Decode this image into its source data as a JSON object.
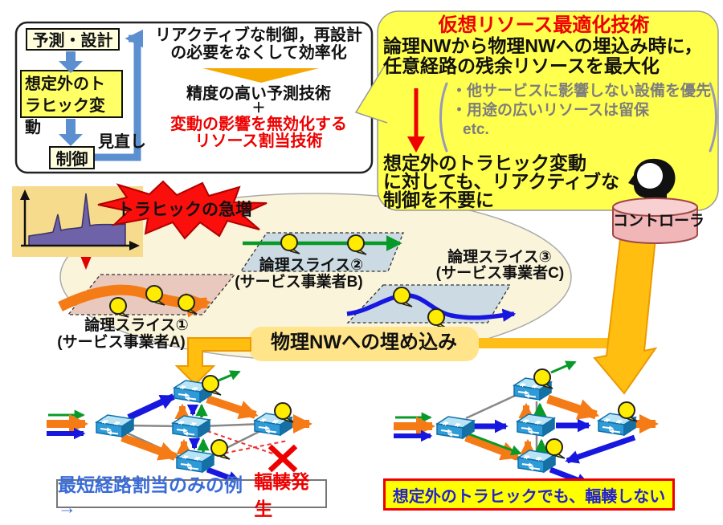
{
  "flow_panel": {
    "box_forecast": "予測・設計",
    "box_unexpected": "想定外のトラヒック変動",
    "box_control": "制御",
    "loop_label": "見直し",
    "benefit_line1": "リアクティブな制御，再設計",
    "benefit_line2": "の必要をなくして効率化",
    "tech_line1": "精度の高い予測技術",
    "plus": "＋",
    "tech_line2": "変動の影響を無効化する",
    "tech_line3": "リソース割当技術"
  },
  "bubble": {
    "title": "仮想リソース最適化技術",
    "body_line1": "論理NWから物理NWへの埋込み時に，",
    "body_line2": "任意経路の残余リソースを最大化",
    "notes": [
      "・他サービスに影響しない設備を優先",
      "・用途の広いリソースは留保",
      "etc."
    ],
    "result_line1": "想定外のトラヒック変動",
    "result_line2": "に対しても、リアクティブな",
    "result_line3": "制御を不要に"
  },
  "controller_label": "コントローラ",
  "traffic_burst_label": "トラヒックの急増",
  "slices": {
    "slice1_title": "論理スライス①",
    "slice1_sub": "(サービス事業者A)",
    "slice2_title": "論理スライス②",
    "slice2_sub": "(サービス事業者B)",
    "slice3_title": "論理スライス③",
    "slice3_sub": "(サービス事業者C)"
  },
  "embed_label": "物理NWへの埋め込み",
  "caption_left": {
    "blue_part": "最短経路割当のみの例→",
    "red_part": "輻輳発生"
  },
  "caption_right": "想定外のトラヒックでも、輻輳しない",
  "colors": {
    "bubble_yellow": "#FFFF4D",
    "highlight_yellow": "#FFFF66",
    "cream": "#FFFFDE",
    "flow_blue": "#5B8FD0",
    "route_blue": "#1717E0",
    "route_orange": "#F47B16",
    "route_green": "#089A28",
    "golden": "#FFBE10",
    "band_orange": "#FFBD17",
    "burst_red": "#FA0F0C",
    "caption_blue": "#2A46CC",
    "controller_pink": "#F0B6B8"
  }
}
